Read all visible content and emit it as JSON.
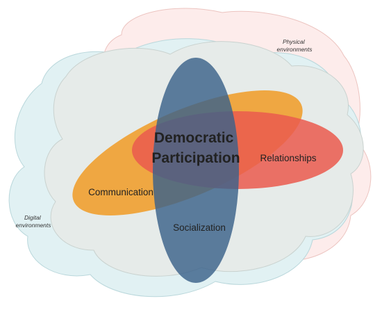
{
  "labels": {
    "physical_line1": "Physical",
    "physical_line2": "environments",
    "digital_line1": "Digital",
    "digital_line2": "environments",
    "center_line1": "Democratic",
    "center_line2": "Participation",
    "relationships": "Relationships",
    "communication": "Communication",
    "socialization": "Socialization"
  },
  "colors": {
    "physical_cloud": "#fdeceb",
    "digital_cloud": "#e1f1f3",
    "overlap_cloud": "#e7ebe9",
    "communication": "#f0a030",
    "relationships": "#ea5a4e",
    "socialization": "#3f6589"
  }
}
